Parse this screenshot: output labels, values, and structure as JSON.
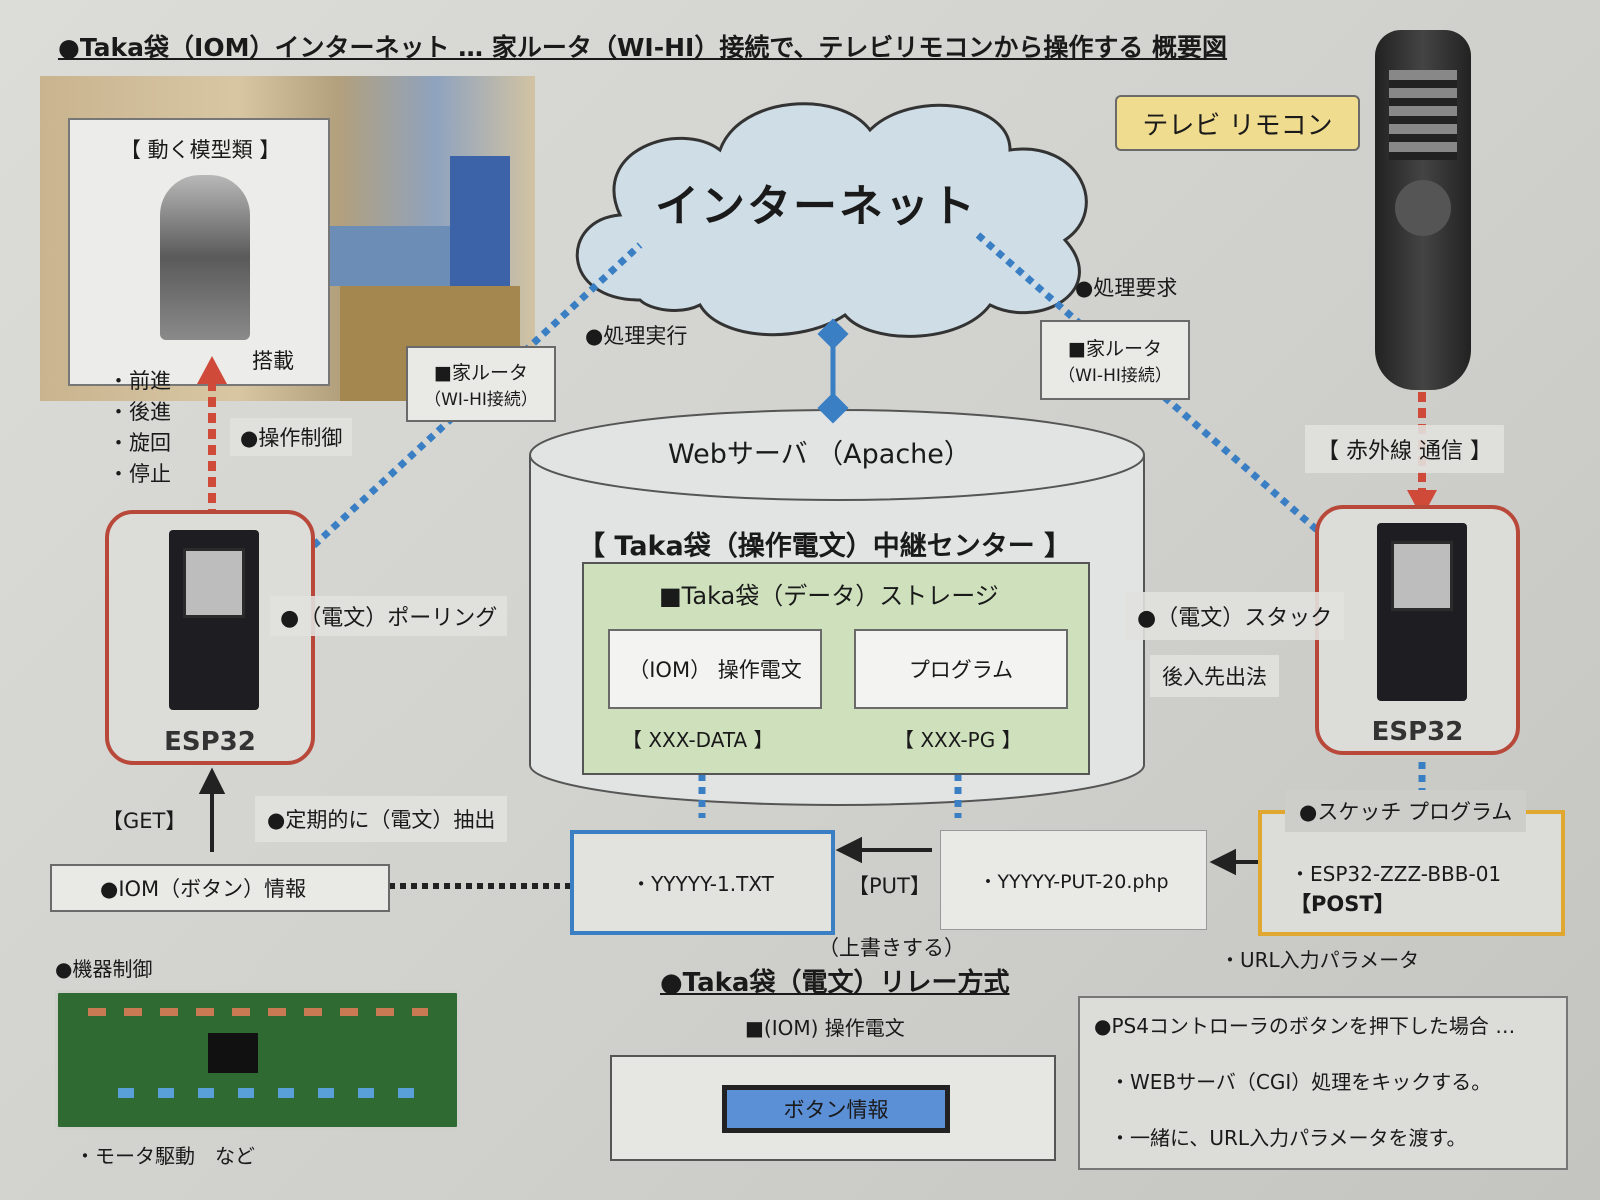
{
  "title": "●Taka袋（IOM）インターネット … 家ルータ（WI-HI）接続で、テレビリモコンから操作する 概要図",
  "room": {
    "model_label": "【 動く模型類 】",
    "mounted": "搭載"
  },
  "actions": [
    "・前進",
    "・後進",
    "・旋回",
    "・停止"
  ],
  "control_label": "●操作制御",
  "cloud_label": "インターネット",
  "process_exec": "●処理実行",
  "process_request": "●処理要求",
  "router_left": {
    "line1": "■家ルータ",
    "line2": "（WI-HI接続）"
  },
  "router_right": {
    "line1": "■家ルータ",
    "line2": "（WI-HI接続）"
  },
  "tv_remote_label": "テレビ リモコン",
  "infrared_label": "【 赤外線 通信 】",
  "esp_left": "ESP32",
  "esp_right": "ESP32",
  "polling_label": "●（電文）ポーリング",
  "stack_label": "●（電文）スタック",
  "lifo_label": "後入先出法",
  "server": {
    "title": "Webサーバ （Apache）",
    "relay_center": "【 Taka袋（操作電文）中継センター 】",
    "storage": "■Taka袋（データ）ストレージ",
    "box1": "（IOM） 操作電文",
    "box2": "プログラム",
    "tag1": "【 XXX-DATA 】",
    "tag2": "【 XXX-PG 】"
  },
  "get_label": "【GET】",
  "periodic_label": "●定期的に（電文）抽出",
  "iom_info": "●IOM（ボタン）情報",
  "txt_file": "・YYYYY-1.TXT",
  "put_label": "【PUT】",
  "php_file": "・YYYYY-PUT-20.php",
  "overwrite": "（上書きする）",
  "sketch": {
    "title": "●スケッチ プログラム",
    "name": "・ESP32-ZZZ-BBB-01",
    "post": "【POST】"
  },
  "url_param": "・URL入力パラメータ",
  "device_control": "●機器制御",
  "motor_drive": "・モータ駆動　など",
  "relay_method": "●Taka袋（電文）リレー方式",
  "iom_message": "■(IOM) 操作電文",
  "button_info": "ボタン情報",
  "ps4": {
    "title": "●PS4コントローラのボタンを押下した場合 …",
    "line1": "・WEBサーバ（CGI）処理をキックする。",
    "line2": "・一緒に、URL入力パラメータを渡す。"
  },
  "colors": {
    "blue_line": "#3a7fc4",
    "red_line": "#d04a3a",
    "green_box": "#cfe0bd",
    "button_blue": "#5b8fd6",
    "tv_label": "#f0dc8e",
    "sketch_border": "#e0a830"
  }
}
